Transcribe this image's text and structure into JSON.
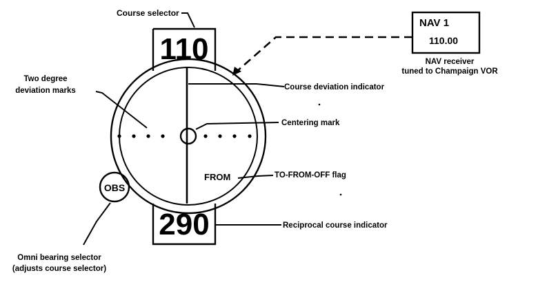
{
  "course_display": "110",
  "reciprocal_display": "290",
  "obs_knob": "OBS",
  "flag": "FROM",
  "nav_box": {
    "title": "NAV 1",
    "frequency": "110.00"
  },
  "labels": {
    "course_selector": "Course selector",
    "nav_receiver_line1": "NAV receiver",
    "nav_receiver_line2": "tuned to Champaign VOR",
    "deviation_marks_line1": "Two degree",
    "deviation_marks_line2": "deviation marks",
    "cdi": "Course deviation indicator",
    "centering_mark": "Centering mark",
    "to_from_flag": "TO-FROM-OFF flag",
    "reciprocal": "Reciprocal course indicator",
    "obs_line1": "Omni bearing selector",
    "obs_line2": "(adjusts course selector)"
  }
}
